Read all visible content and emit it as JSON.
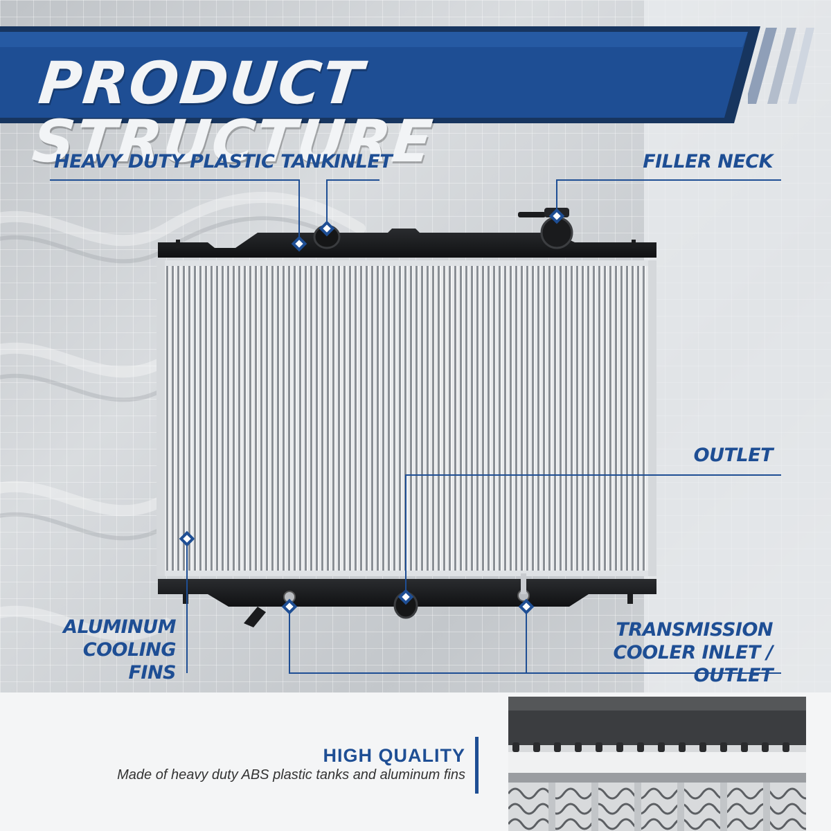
{
  "title": "PRODUCT STRUCTURE",
  "callouts": {
    "plastic_tank": "HEAVY DUTY PLASTIC TANK",
    "inlet": "INLET",
    "filler_neck": "FILLER NECK",
    "outlet": "OUTLET",
    "fins_line1": "ALUMINUM",
    "fins_line2": "COOLING FINS",
    "trans_line1": "TRANSMISSION",
    "trans_line2": "COOLER INLET / OUTLET"
  },
  "feature": {
    "title": "HIGH QUALITY",
    "description": "Made of heavy duty ABS plastic tanks and aluminum fins"
  },
  "colors": {
    "brand_blue": "#1e4e94",
    "banner_dark": "#17355f",
    "title_text": "#f2f4f6"
  },
  "icons": [
    "marker-diamond-icon"
  ]
}
